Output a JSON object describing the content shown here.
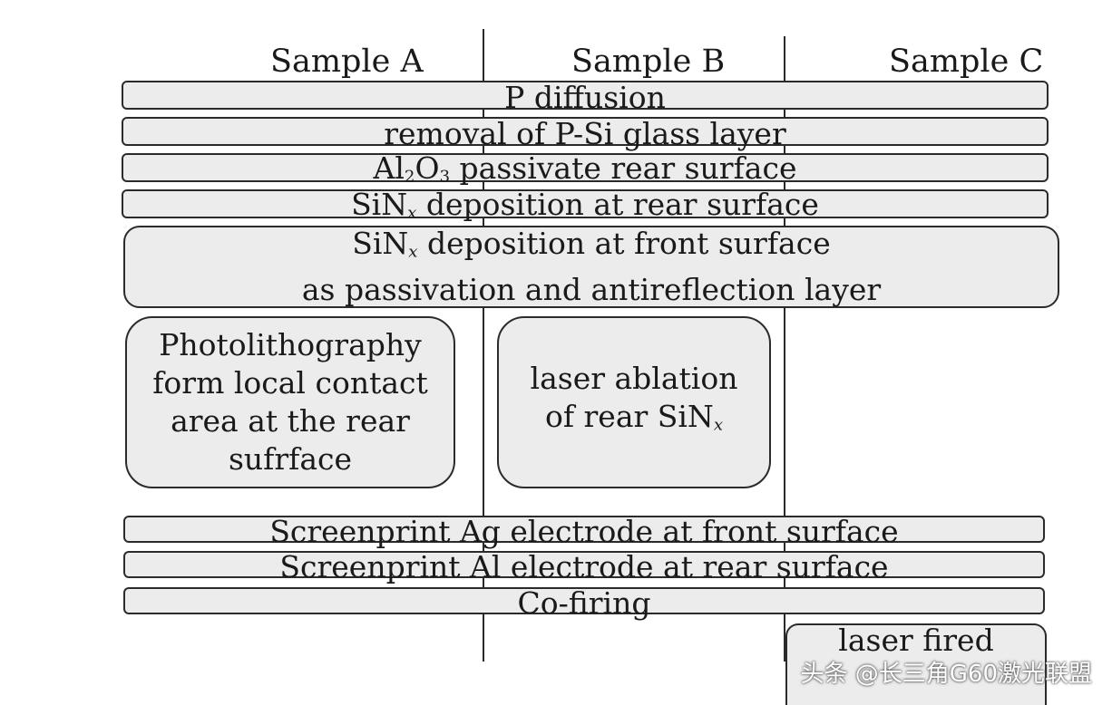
{
  "columns": [
    "Sample A",
    "Sample B",
    "Sample C"
  ],
  "steps": {
    "p_diffusion": "P diffusion",
    "removal_glass": "removal of P-Si glass layer",
    "al2o3": {
      "pre": "Al",
      "sub1": "2",
      "mid": "O",
      "sub2": "3",
      "post": " passivate rear surface"
    },
    "sinx_rear": {
      "pre": "SiN",
      "sub": "x",
      "post": " deposition at rear surface"
    },
    "sinx_front": {
      "line1_pre": "SiN",
      "line1_sub": "x",
      "line1_post": " deposition at front surface",
      "line2": "as passivation and antireflection layer"
    },
    "photolithography": [
      "Photolithography",
      "form local contact",
      "area at the rear",
      "sufrface"
    ],
    "laser_ablation": {
      "line1": "laser ablation",
      "line2_pre": "of rear SiN",
      "line2_sub": "x"
    },
    "screenprint_ag": "Screenprint Ag electrode at front surface",
    "screenprint_al": "Screenprint Al electrode at rear surface",
    "cofiring": "Co-firing",
    "laser_fired": "laser fired"
  },
  "watermark": "头条 @长三角G60激光联盟"
}
